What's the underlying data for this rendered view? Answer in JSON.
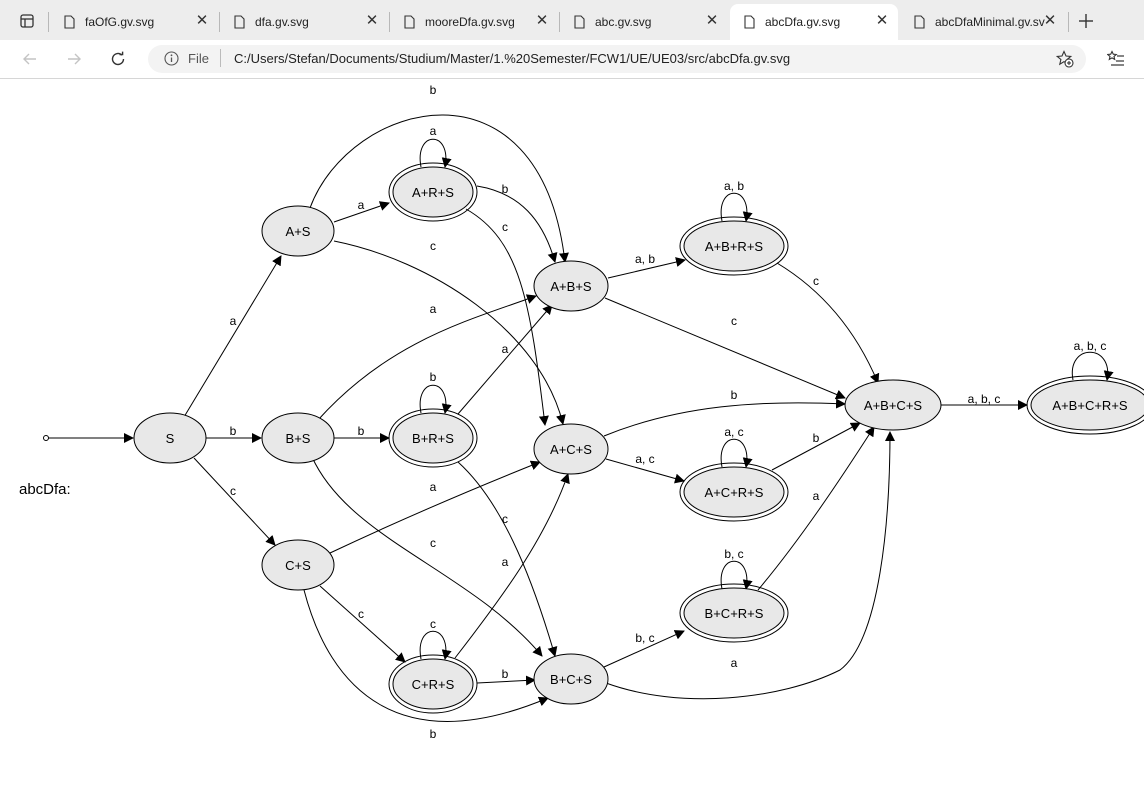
{
  "tabs": [
    {
      "title": "faOfG.gv.svg"
    },
    {
      "title": "dfa.gv.svg"
    },
    {
      "title": "mooreDfa.gv.svg"
    },
    {
      "title": "abc.gv.svg"
    },
    {
      "title": "abcDfa.gv.svg"
    },
    {
      "title": "abcDfaMinimal.gv.svg"
    }
  ],
  "active_tab": 4,
  "address": {
    "file_label": "File",
    "url": "C:/Users/Stefan/Documents/Studium/Master/1.%20Semester/FCW1/UE/UE03/src/abcDfa.gv.svg"
  },
  "graph": {
    "title": "abcDfa:",
    "nodes": {
      "s": "S",
      "as": "A+S",
      "bs": "B+S",
      "cs": "C+S",
      "ars": "A+R+S",
      "brs": "B+R+S",
      "crs": "C+R+S",
      "abs": "A+B+S",
      "acs": "A+C+S",
      "bcs": "B+C+S",
      "abrs": "A+B+R+S",
      "acrs": "A+C+R+S",
      "bcrs": "B+C+R+S",
      "abcs": "A+B+C+S",
      "abcrs": "A+B+C+R+S"
    },
    "edges": {
      "s_as": "a",
      "s_bs": "b",
      "s_cs": "c",
      "as_ars": "a",
      "as_abs": "b",
      "as_acs": "c",
      "ars_self": "a",
      "ars_abs": "b",
      "ars_acs": "c",
      "bs_abs": "a",
      "bs_brs": "b",
      "bs_bcs": "c",
      "brs_self": "b",
      "brs_abs": "a",
      "brs_bcs": "c",
      "cs_acs": "a",
      "cs_crs": "c",
      "cs_bcs": "b",
      "crs_self": "c",
      "crs_acs": "a",
      "crs_bcs": "b",
      "abs_abrs": "a, b",
      "abs_abcs": "c",
      "abrs_self": "a, b",
      "abrs_abcs": "c",
      "acs_abcs": "b",
      "acs_acrs": "a, c",
      "acrs_self": "a, c",
      "acrs_abcs": "b",
      "bcs_bcrs": "b, c",
      "bcs_abcs": "a",
      "bcrs_self": "b, c",
      "bcrs_abcs": "a",
      "abcs_abcrs": "a, b, c",
      "abcrs_self": "a, b, c"
    }
  }
}
